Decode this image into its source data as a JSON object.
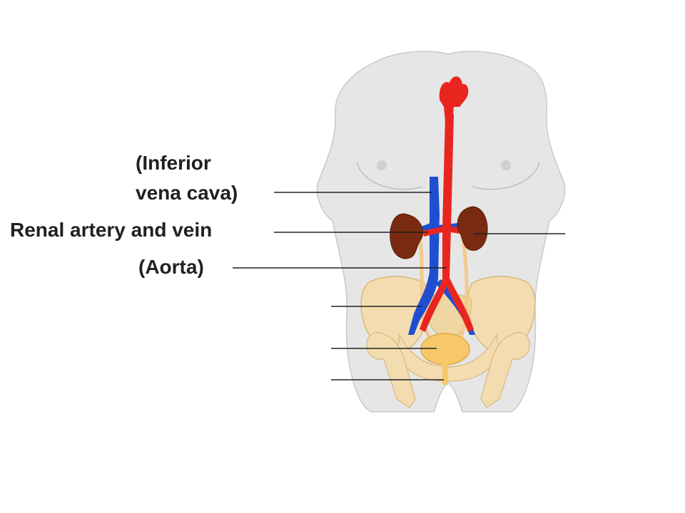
{
  "labels": {
    "ivc_line1": "(Inferior",
    "ivc_line2": "vena cava)",
    "renal": "Renal artery and vein",
    "aorta": "(Aorta)"
  },
  "colors": {
    "background": "#ffffff",
    "body": "#e6e6e6",
    "body_outline": "#c9c9c9",
    "artery": "#e8261f",
    "vein": "#1f4fd0",
    "kidney": "#7a2a10",
    "ureter": "#f6c98a",
    "bone": "#f3ddb0",
    "bladder": "#f7c86a",
    "leader": "#222222"
  }
}
